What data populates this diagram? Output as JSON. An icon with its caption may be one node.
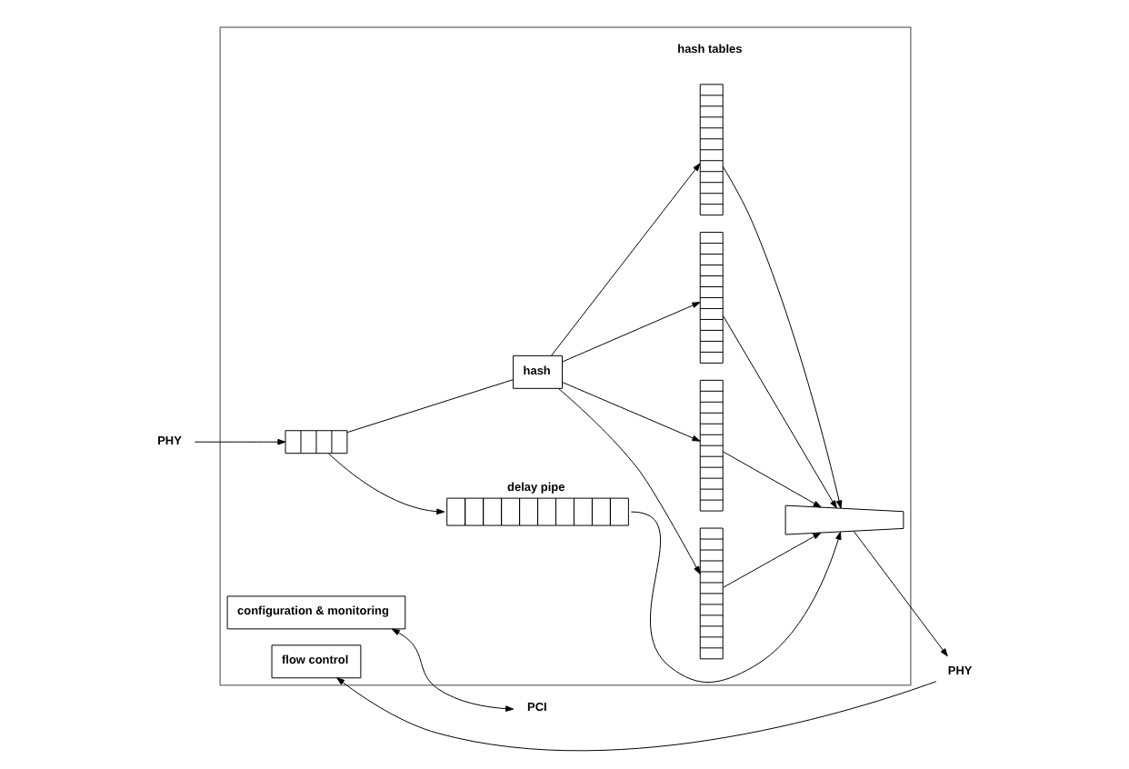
{
  "diagram": {
    "nodes": [
      {
        "text": [],
        "shape": "box"
      },
      {
        "text": [
          "PHY"
        ]
      },
      {
        "text": [],
        "shape": "queue",
        "in": 0
      },
      {
        "text": [
          "delay pipe"
        ],
        "in": 0
      },
      {
        "text": [],
        "shape": "trapezoid",
        "in": 0
      },
      {
        "text": [
          "hash"
        ],
        "in": 0
      },
      {
        "text": [],
        "shape": "queue",
        "in": 0
      },
      {
        "text": [],
        "shape": "queue",
        "in": 0
      },
      {
        "text": [],
        "shape": "queue",
        "in": 0
      },
      {
        "text": [],
        "shape": "queue",
        "in": 0
      },
      {
        "text": [
          "PHY"
        ]
      },
      {
        "text": [
          "flow control"
        ],
        "in": 0
      },
      {
        "text": [
          "configuration & monitoring"
        ],
        "in": 0
      },
      {
        "text": [
          "PCI"
        ]
      }
    ],
    "edges": [
      {
        "from": 1,
        "to": 2,
        "arrow": "to"
      },
      {
        "from": 2,
        "to": 3,
        "arrow": "to"
      },
      {
        "from": 2,
        "to": 5,
        "arrow": "none"
      },
      {
        "from": 3,
        "to": 4,
        "arrow": "to"
      },
      {
        "from": 5,
        "to": 6,
        "arrow": "to"
      },
      {
        "from": 5,
        "to": 7,
        "arrow": "to"
      },
      {
        "from": 5,
        "to": 8,
        "arrow": "to"
      },
      {
        "from": 5,
        "to": 9,
        "arrow": "to"
      },
      {
        "from": 6,
        "to": 4,
        "arrow": "to"
      },
      {
        "from": 7,
        "to": 4,
        "arrow": "to"
      },
      {
        "from": 8,
        "to": 4,
        "arrow": "to"
      },
      {
        "from": 9,
        "to": 4,
        "arrow": "to"
      },
      {
        "from": 4,
        "to": 10,
        "arrow": "to"
      },
      {
        "from": 10,
        "to": 11,
        "arrow": "to"
      },
      {
        "from": 12,
        "to": 13,
        "arrow": "both"
      }
    ],
    "labels": [
      "hash tables"
    ]
  }
}
